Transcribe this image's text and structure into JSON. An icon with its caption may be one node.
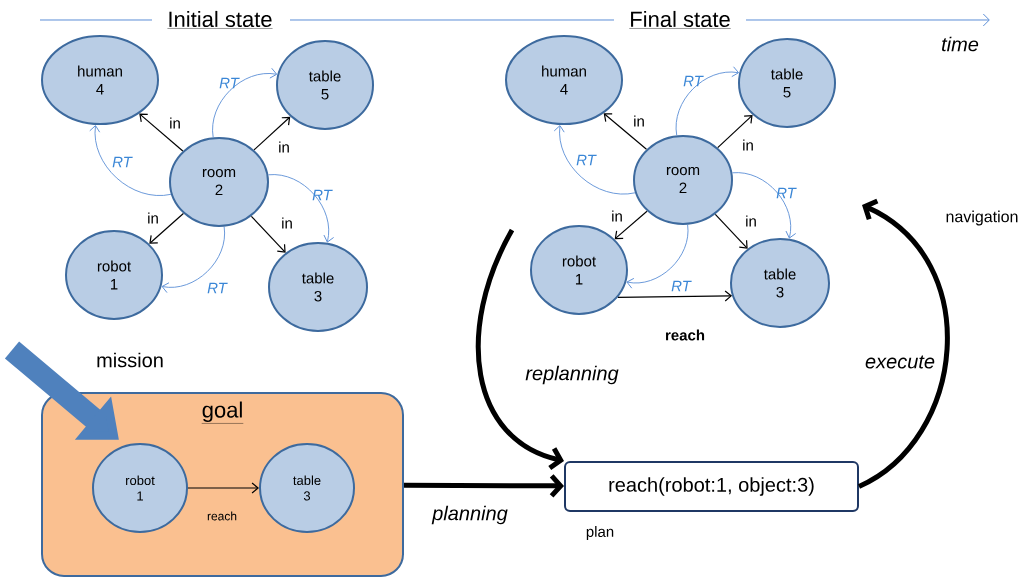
{
  "diagram": {
    "nodes": [
      {
        "text": [
          "human 4"
        ]
      },
      {
        "text": [
          "table 5"
        ]
      },
      {
        "text": [
          "room 2"
        ]
      },
      {
        "text": [
          "robot 1"
        ]
      },
      {
        "text": [
          "table 3"
        ]
      },
      {
        "text": [
          "human 4"
        ]
      },
      {
        "text": [
          "table 5"
        ]
      },
      {
        "text": [
          "room 2"
        ]
      },
      {
        "text": [
          "robot 1"
        ]
      },
      {
        "text": [
          "table 3"
        ]
      },
      {
        "text": [
          "goal"
        ]
      },
      {
        "text": [
          "robot 1"
        ],
        "in": 10
      },
      {
        "text": [
          "table 3"
        ],
        "in": 10
      },
      {
        "text": [
          "reach(robot:1, object:3)"
        ],
        "beside": [
          "plan"
        ]
      }
    ],
    "edges": [
      {
        "from": 2,
        "to": 0,
        "arrow": "to",
        "label": "in"
      },
      {
        "from": 2,
        "to": 1,
        "arrow": "to",
        "label": "in"
      },
      {
        "from": 2,
        "to": 3,
        "arrow": "to",
        "label": "in"
      },
      {
        "from": 2,
        "to": 4,
        "arrow": "to",
        "label": "in"
      },
      {
        "from": 2,
        "to": 0,
        "arrow": "to",
        "label": "RT",
        "color": "#5b8ed6"
      },
      {
        "from": 2,
        "to": 1,
        "arrow": "to",
        "label": "RT",
        "color": "#5b8ed6"
      },
      {
        "from": 2,
        "to": 4,
        "arrow": "to",
        "label": "RT",
        "color": "#5b8ed6"
      },
      {
        "from": 2,
        "to": 3,
        "arrow": "to",
        "label": "RT",
        "color": "#5b8ed6"
      },
      {
        "from": 7,
        "to": 5,
        "arrow": "to",
        "label": "in"
      },
      {
        "from": 7,
        "to": 6,
        "arrow": "to",
        "label": "in"
      },
      {
        "from": 7,
        "to": 8,
        "arrow": "to",
        "label": "in"
      },
      {
        "from": 7,
        "to": 9,
        "arrow": "to",
        "label": "in"
      },
      {
        "from": 7,
        "to": 5,
        "arrow": "to",
        "label": "RT",
        "color": "#5b8ed6"
      },
      {
        "from": 7,
        "to": 6,
        "arrow": "to",
        "label": "RT",
        "color": "#5b8ed6"
      },
      {
        "from": 7,
        "to": 9,
        "arrow": "to",
        "label": "RT",
        "color": "#5b8ed6"
      },
      {
        "from": 7,
        "to": 8,
        "arrow": "to",
        "label": "RT",
        "color": "#5b8ed6"
      },
      {
        "from": 8,
        "to": 9,
        "arrow": "to",
        "label": "reach"
      },
      {
        "from": 11,
        "to": 12,
        "arrow": "to",
        "label": "reach"
      },
      {
        "from": 10,
        "to": 13,
        "arrow": "to",
        "label": "planning",
        "style": "thick"
      },
      {
        "from": null,
        "to": 13,
        "arrow": "to",
        "label": "replanning",
        "style": "thick"
      },
      {
        "from": 13,
        "to": null,
        "arrow": "to",
        "label": "execute",
        "style": "thick"
      },
      {
        "from": null,
        "to": 10,
        "arrow": "to",
        "label": "mission",
        "style": "thick",
        "color": "#4f81bd"
      }
    ],
    "labels": [
      "Initial state",
      "Final state",
      "time",
      "navigation"
    ]
  }
}
